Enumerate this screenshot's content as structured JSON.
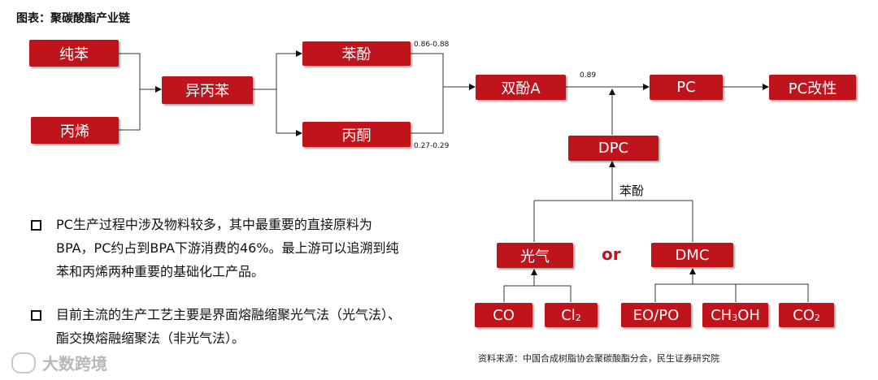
{
  "title": "图表：聚碳酸酯产业链",
  "nodes": {
    "pure_benzene": "纯苯",
    "propylene": "丙烯",
    "cumene": "异丙苯",
    "phenol": "苯酚",
    "acetone": "丙酮",
    "bpa": "双酚A",
    "pc": "PC",
    "pc_modified": "PC改性",
    "dpc": "DPC",
    "phosgene": "光气",
    "dmc": "DMC",
    "co": "CO",
    "cl2": "Cl",
    "cl2_sub": "2",
    "eo_po": "EO/PO",
    "ch3oh_a": "CH",
    "ch3oh_sub": "3",
    "ch3oh_b": "OH",
    "co2": "CO",
    "co2_sub": "2"
  },
  "ratios": {
    "phenol": "0.86-0.88",
    "acetone": "0.27-0.29",
    "bpa": "0.89"
  },
  "phenol_label": "苯酚",
  "or_label": "or",
  "bullets": [
    {
      "lines": [
        "PC生产过程中涉及物料较多，其中最重要的直接原料为",
        "BPA，PC约占到BPA下游消费的46%。最上游可以追溯到纯",
        "苯和丙烯两种重要的基础化工产品。"
      ]
    },
    {
      "lines": [
        "目前主流的生产工艺主要是界面熔融缩聚光气法（光气法）、",
        "酯交换熔融缩聚法（非光气法）。"
      ]
    }
  ],
  "source": "资料来源：中国合成树脂协会聚碳酸酯分会，民生证券研究院",
  "watermark": "大数跨境",
  "colors": {
    "box": "#c0141c",
    "line": "#333333"
  }
}
